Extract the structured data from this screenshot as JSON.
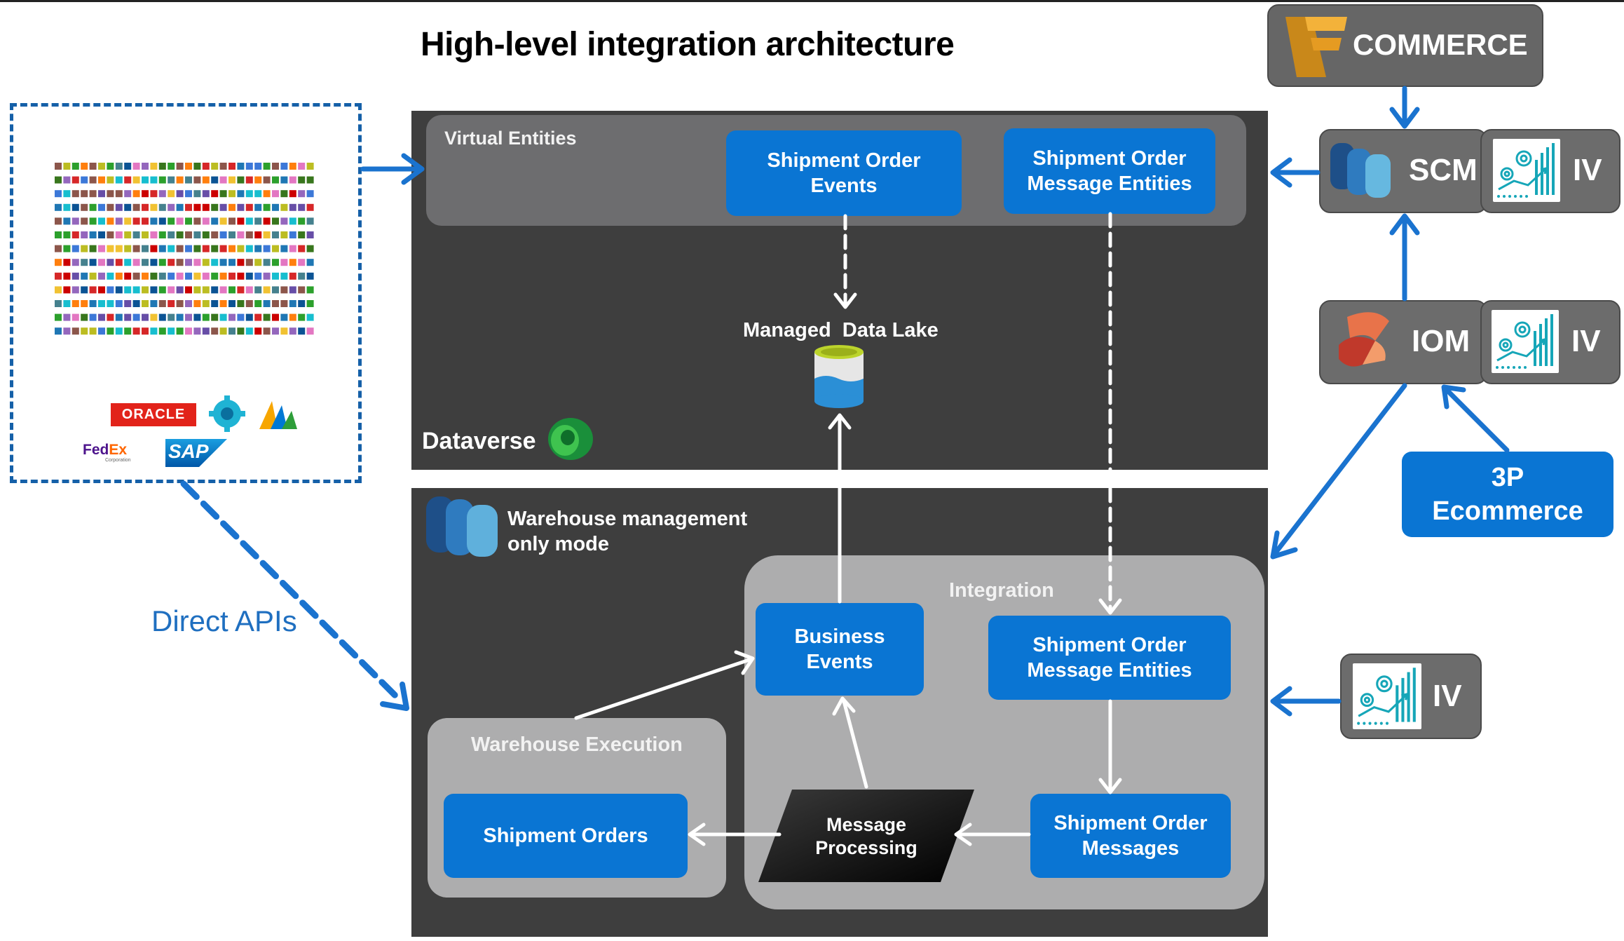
{
  "title": "High-level integration architecture",
  "colors": {
    "accent_blue": "#0a75d3",
    "dark_panel": "#3e3e3e",
    "grey_panel": "#6d6d6f",
    "light_panel": "#adadae",
    "system_box": "#6c6c6c"
  },
  "dataverse": {
    "virtual_entities_label": "Virtual Entities",
    "shipment_order_events": "Shipment Order Events",
    "shipment_order_message_entities": "Shipment Order Message Entities",
    "managed_data_lake": "Managed  Data Lake",
    "dataverse_label": "Dataverse"
  },
  "wms": {
    "title": "Warehouse management only mode",
    "integration_label": "Integration",
    "business_events": "Business Events",
    "shipment_order_message_entities": "Shipment Order Message Entities",
    "warehouse_execution_label": "Warehouse Execution",
    "shipment_orders": "Shipment Orders",
    "message_processing": "Message Processing",
    "shipment_order_messages": "Shipment Order Messages"
  },
  "external": {
    "direct_apis": "Direct APIs",
    "logos": [
      "ORACLE",
      "FedEx",
      "SAP"
    ],
    "fedex_sub": "Corporation"
  },
  "systems": {
    "commerce": "COMMERCE",
    "scm": "SCM",
    "iv": "IV",
    "iom": "IOM",
    "ecommerce_3p": "3P Ecommerce"
  },
  "icons": [
    "commerce-logo-icon",
    "scm-logo-icon",
    "iv-gear-chart-icon",
    "iom-logo-icon",
    "dataverse-logo-icon",
    "data-lake-icon",
    "wms-logo-icon"
  ]
}
